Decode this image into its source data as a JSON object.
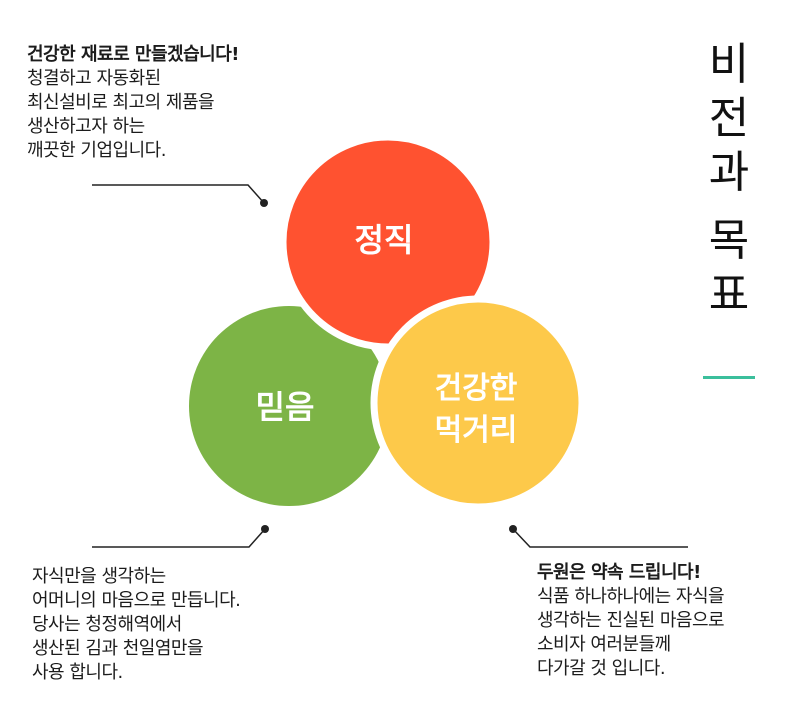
{
  "title": {
    "chars": [
      "비",
      "전",
      "과",
      "목",
      "표"
    ]
  },
  "circles": {
    "top": {
      "label": "정직",
      "color": "#ff5230"
    },
    "left": {
      "label": "믿음",
      "color": "#7db446"
    },
    "right": {
      "label_lines": [
        "건강한",
        "먹거리"
      ],
      "color": "#fdc94a"
    }
  },
  "blocks": {
    "top_left": {
      "heading": "건강한 재료로 만들겠습니다!",
      "lines": [
        "청결하고 자동화된",
        "최신설비로 최고의 제품을",
        "생산하고자 하는",
        "깨끗한 기업입니다."
      ]
    },
    "bottom_left": {
      "lines": [
        "자식만을 생각하는",
        "어머니의 마음으로 만듭니다.",
        "당사는 청정해역에서",
        "생산된 김과 천일염만을",
        "사용 합니다."
      ]
    },
    "bottom_right": {
      "heading": "두원은 약속 드립니다!",
      "lines": [
        "식품 하나하나에는 자식을",
        "생각하는 진실된 마음으로",
        "소비자 여러분들께",
        "다가갈 것 입니다."
      ]
    }
  },
  "colors": {
    "leader_line": "#222222",
    "title_accent": "#3bbf9c"
  }
}
